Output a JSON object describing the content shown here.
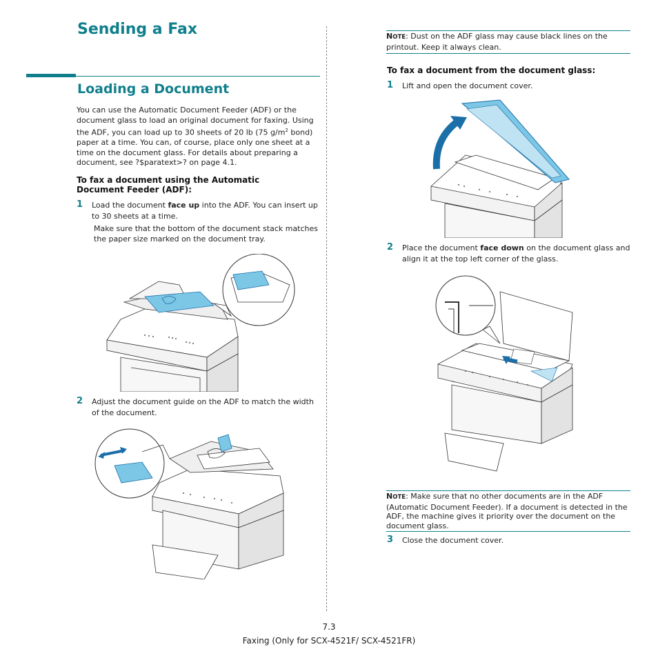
{
  "page": {
    "title": "Sending a Fax",
    "section_title": "Loading a Document",
    "intro": "You can use the Automatic Document Feeder (ADF) or the document glass to load an original document for faxing. Using the ADF, you can load up to 30 sheets of 20 lb (75 g/m",
    "intro_sup": "2",
    "intro_rest": " bond) paper at a time. You can, of course, place only one sheet at a time on the document glass. For details about preparing a document, see ?$paratext>? on page 4.1."
  },
  "adf": {
    "heading": "To fax a document using the Automatic Document Feeder (ADF):",
    "step1_num": "1",
    "step1_pre": "Load the document ",
    "step1_bold": "face up",
    "step1_post": " into the ADF. You can insert up to 30 sheets at a time.",
    "step1_sub": "Make sure that the bottom of the document stack matches the paper size marked on the document tray.",
    "step2_num": "2",
    "step2_text": "Adjust the document guide on the ADF to match the width of the document."
  },
  "glass": {
    "note1_label": "NOTE",
    "note1_text": ": Dust on the ADF glass may cause black lines on the printout. Keep it always clean.",
    "heading": "To fax a document from the document glass:",
    "step1_num": "1",
    "step1_text": "Lift and open the document cover.",
    "step2_num": "2",
    "step2_pre": "Place the document ",
    "step2_bold": "face down",
    "step2_post": " on the document glass and align it at the top left corner of the glass.",
    "note2_label": "NOTE",
    "note2_text": ": Make sure that no other documents are in the ADF (Automatic Document Feeder). If a document is detected in the ADF, the machine gives it priority over the document on the document glass.",
    "step3_num": "3",
    "step3_text": "Close the document cover."
  },
  "footer": {
    "page_number": "7.3",
    "chapter": "Faxing (Only for SCX-4521F/ SCX-4521FR)"
  },
  "colors": {
    "accent": "#0f7f8c",
    "illustration_blue": "#7cc6e6",
    "arrow_blue": "#1b6fa8"
  }
}
